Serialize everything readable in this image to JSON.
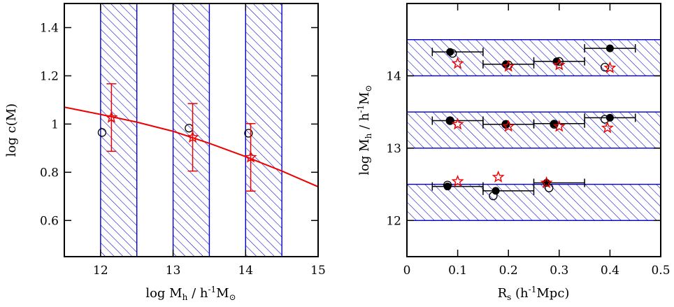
{
  "chart_data": [
    {
      "type": "scatter",
      "xlabel": {
        "main": "log M",
        "sub": "h",
        "rest": " / h",
        "sup": "-1",
        "unit": "M",
        "unit_sub": "⊙"
      },
      "ylabel": {
        "main": "log c(M)"
      },
      "xlim": [
        11.5,
        15
      ],
      "ylim": [
        0.45,
        1.5
      ],
      "xticks": [
        12,
        13,
        14,
        15
      ],
      "xtick_labels": [
        "12",
        "13",
        "14",
        "15"
      ],
      "yticks": [
        0.6,
        0.8,
        1.0,
        1.2,
        1.4
      ],
      "ytick_labels": [
        "0.6",
        "0.8",
        "1",
        "1.2",
        "1.4"
      ],
      "bands": [
        [
          12.0,
          12.5
        ],
        [
          13.0,
          13.5
        ],
        [
          14.0,
          14.5
        ]
      ],
      "curve": {
        "x": [
          11.5,
          12.0,
          12.5,
          13.0,
          13.5,
          14.0,
          14.5,
          15.0
        ],
        "y": [
          1.07,
          1.04,
          1.008,
          0.97,
          0.92,
          0.865,
          0.805,
          0.74
        ]
      },
      "open_circles": {
        "x": [
          12.02,
          13.22,
          14.04
        ],
        "y": [
          0.965,
          0.983,
          0.962
        ]
      },
      "stars": {
        "x": [
          12.15,
          13.27,
          14.07
        ],
        "y": [
          1.027,
          0.945,
          0.862
        ],
        "err": [
          0.14,
          0.14,
          0.14
        ]
      },
      "colors": {
        "band": "#0000cc",
        "model": "#ee0000",
        "points": "#000000"
      }
    },
    {
      "type": "scatter",
      "xlabel": {
        "main": "R",
        "sub": "s",
        "rest": " (h",
        "sup": "-1",
        "unit": "Mpc)"
      },
      "ylabel": {
        "main": "log M",
        "sub": "h",
        "rest": " / h",
        "sup": "-1",
        "unit": "M",
        "unit_sub": "⊙"
      },
      "xlim": [
        0,
        0.5
      ],
      "ylim": [
        11.5,
        15
      ],
      "xticks": [
        0,
        0.1,
        0.2,
        0.3,
        0.4,
        0.5
      ],
      "xtick_labels": [
        "0",
        "0.1",
        "0.2",
        "0.3",
        "0.4",
        "0.5"
      ],
      "yticks": [
        12,
        13,
        14
      ],
      "ytick_labels": [
        "12",
        "13",
        "14"
      ],
      "bands": [
        [
          12.0,
          12.5
        ],
        [
          13.0,
          13.5
        ],
        [
          14.0,
          14.5
        ]
      ],
      "filled_circles": [
        {
          "x": 0.085,
          "y": 14.33,
          "xerr": [
            0.05,
            0.15
          ]
        },
        {
          "x": 0.195,
          "y": 14.16,
          "xerr": [
            0.15,
            0.25
          ]
        },
        {
          "x": 0.295,
          "y": 14.2,
          "xerr": [
            0.25,
            0.35
          ]
        },
        {
          "x": 0.4,
          "y": 14.38,
          "xerr": [
            0.35,
            0.45
          ]
        },
        {
          "x": 0.085,
          "y": 13.38,
          "xerr": [
            0.05,
            0.15
          ]
        },
        {
          "x": 0.195,
          "y": 13.33,
          "xerr": [
            0.15,
            0.25
          ]
        },
        {
          "x": 0.29,
          "y": 13.34,
          "xerr": [
            0.25,
            0.35
          ]
        },
        {
          "x": 0.4,
          "y": 13.42,
          "xerr": [
            0.35,
            0.45
          ]
        },
        {
          "x": 0.08,
          "y": 12.47,
          "xerr": [
            0.05,
            0.15
          ]
        },
        {
          "x": 0.175,
          "y": 12.41,
          "xerr": [
            0.15,
            0.25
          ]
        },
        {
          "x": 0.275,
          "y": 12.52,
          "xerr": [
            0.25,
            0.35
          ]
        }
      ],
      "open_circles": {
        "x": [
          0.09,
          0.2,
          0.3,
          0.39,
          0.085,
          0.195,
          0.29,
          0.39,
          0.08,
          0.17,
          0.28
        ],
        "y": [
          14.31,
          14.15,
          14.2,
          14.12,
          13.38,
          13.33,
          13.33,
          13.4,
          12.49,
          12.34,
          12.45
        ]
      },
      "stars": {
        "x": [
          0.1,
          0.2,
          0.3,
          0.4,
          0.1,
          0.2,
          0.3,
          0.395,
          0.1,
          0.18,
          0.275
        ],
        "y": [
          14.17,
          14.13,
          14.15,
          14.11,
          13.33,
          13.3,
          13.3,
          13.28,
          12.54,
          12.6,
          12.52
        ]
      }
    }
  ]
}
